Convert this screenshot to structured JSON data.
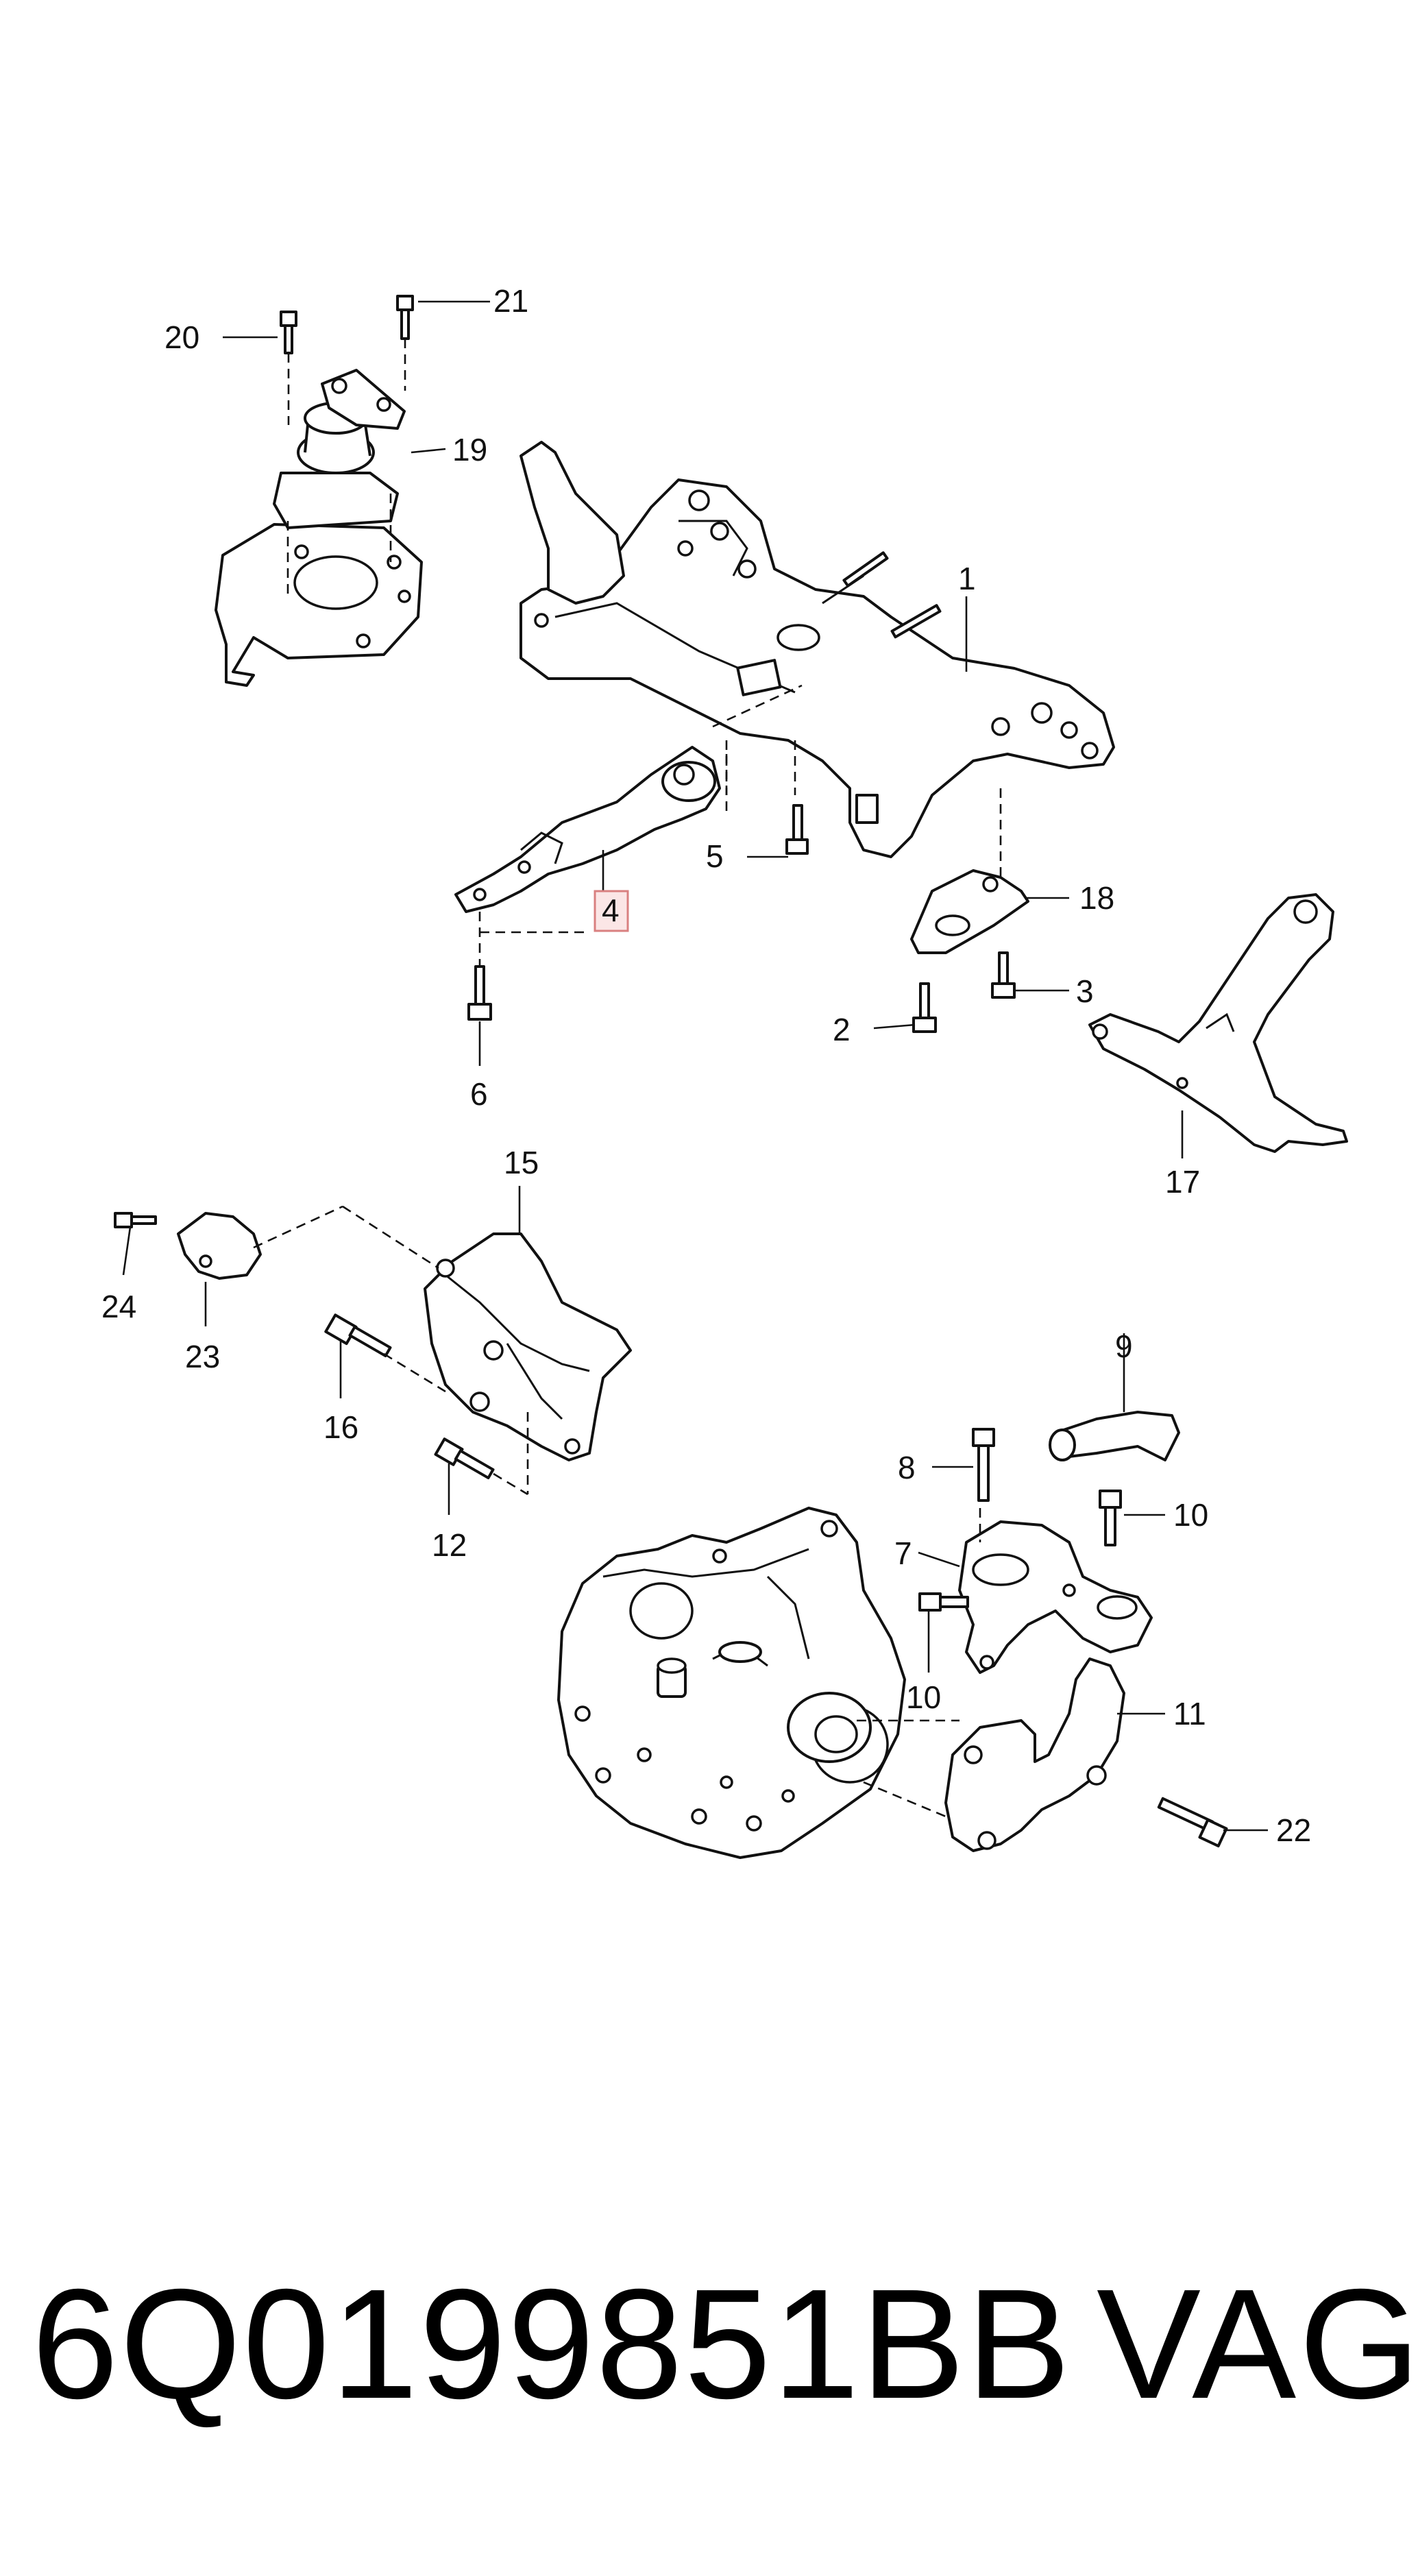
{
  "callouts": {
    "c1": "1",
    "c2": "2",
    "c3": "3",
    "c4": "4",
    "c5": "5",
    "c6": "6",
    "c7": "7",
    "c8": "8",
    "c9": "9",
    "c10a": "10",
    "c10b": "10",
    "c11": "11",
    "c12": "12",
    "c15": "15",
    "c16": "16",
    "c17": "17",
    "c18": "18",
    "c19": "19",
    "c20": "20",
    "c21": "21",
    "c22": "22",
    "c23": "23",
    "c24": "24"
  },
  "highlighted_callout": "4",
  "footer": {
    "part_number": "6Q0199851BB",
    "brand": "VAG"
  },
  "colors": {
    "line": "#111111",
    "highlight_fill": "#fbe6e6",
    "highlight_stroke": "#d98080"
  }
}
